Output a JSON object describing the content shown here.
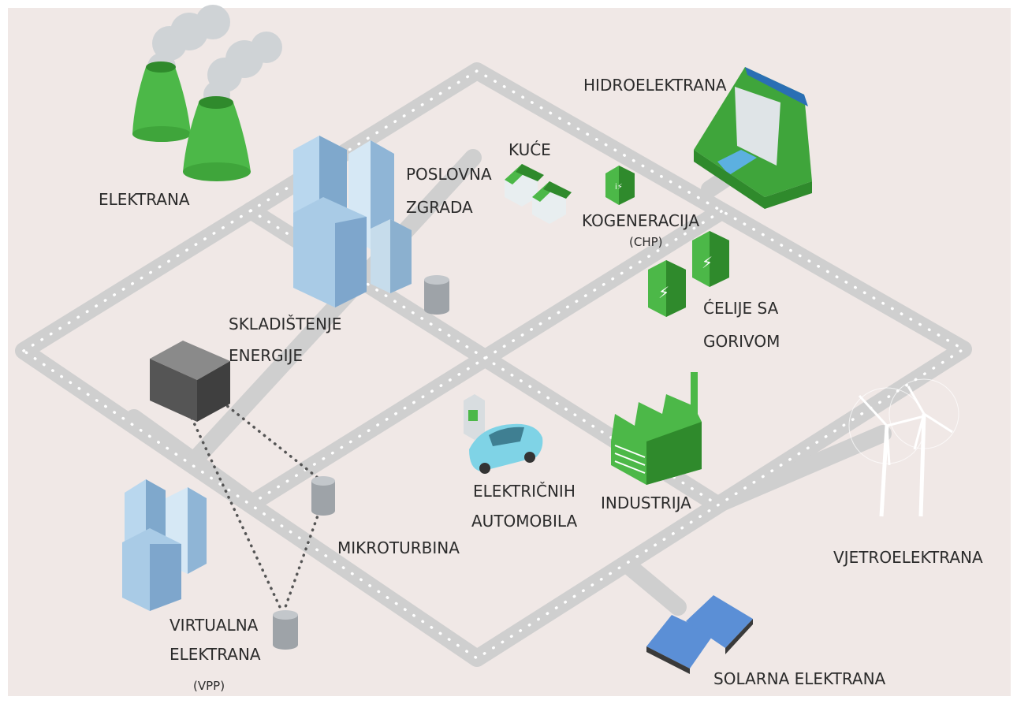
{
  "labels": {
    "elektrana": "ELEKTRANA",
    "poslovna_zgrada": [
      "POSLOVNA",
      "ZGRADA"
    ],
    "kuce": "KUĆE",
    "hidroelektrana": "HIDROELEKTRANA",
    "kogeneracija": "KOGENERACIJA",
    "chp": "(CHP)",
    "celije_sa_gorivom": [
      "ĆELIJE SA",
      "GORIVOM"
    ],
    "skladistenje_energije": [
      "SKLADIŠTENJE",
      "ENERGIJE"
    ],
    "elektricnih_automobila": [
      "ELEKTRIČNIH",
      "AUTOMOBILA"
    ],
    "industrija": "INDUSTRIJA",
    "mikroturbina": "MIKROTURBINA",
    "vjetroelektrana": "VJETROELEKTRANA",
    "virtualna_elektrana": [
      "VIRTUALNA",
      "ELEKTRANA"
    ],
    "vpp": "(VPP)",
    "solarna_elektrana": "SOLARNA ELEKTRANA"
  },
  "colors": {
    "background": "#f0e8e6",
    "road": "#cfcfcf",
    "road_dots": "#ffffff",
    "green": "#4cb848",
    "green_dark": "#2f8a2c",
    "building_blue": "#a9cbe6",
    "storage_dark": "#6a6a6a",
    "cylinder": "#9ea3a8",
    "car": "#7fd3e6",
    "solar_panel": "#5b8fd6",
    "label_text": "#2b2b2b"
  },
  "icons": [
    "cooling-tower-icon",
    "office-building-icon",
    "house-icon",
    "hydro-dam-icon",
    "chp-unit-icon",
    "fuel-cell-icon",
    "storage-container-icon",
    "ev-charger-icon",
    "electric-car-icon",
    "factory-icon",
    "microturbine-icon",
    "wind-turbine-icon",
    "solar-panel-icon",
    "vpp-building-icon"
  ]
}
